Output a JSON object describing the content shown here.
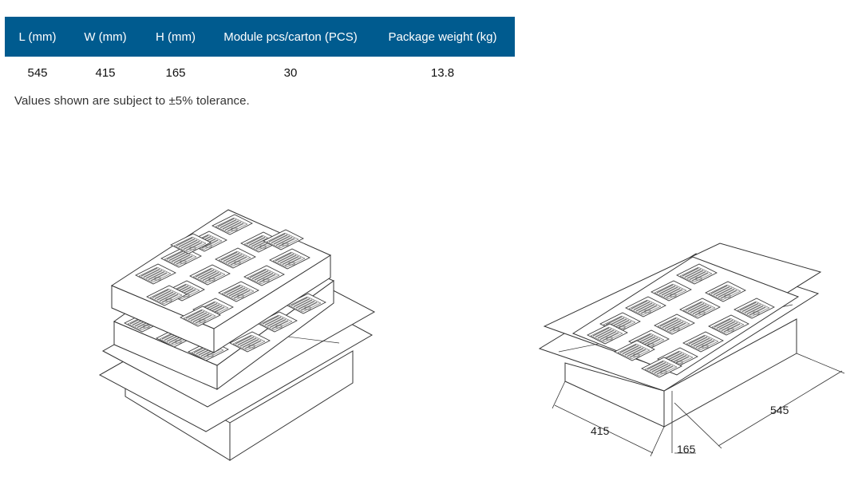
{
  "spec_table": {
    "headers": [
      "L (mm)",
      "W (mm)",
      "H (mm)",
      "Module pcs/carton (PCS)",
      "Package weight (kg)"
    ],
    "row": [
      "545",
      "415",
      "165",
      "30",
      "13.8"
    ]
  },
  "note": "Values shown are subject to  ±5% tolerance.",
  "dimensions": {
    "width_label": "415",
    "length_label": "545",
    "height_label": "165"
  },
  "colors": {
    "header_bg": "#005b8f",
    "header_text": "#ffffff",
    "line": "#333333"
  }
}
